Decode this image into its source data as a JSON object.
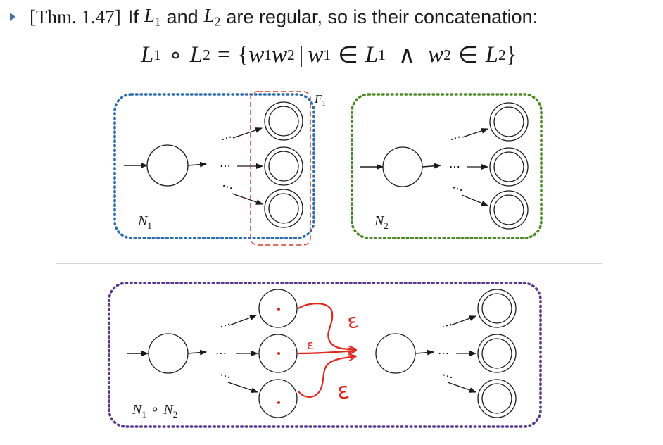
{
  "slide": {
    "theorem_ref": "[Thm. 1.47]",
    "statement_if": "If",
    "statement_and": "and",
    "statement_rest": "are regular, so is their concatenation:",
    "L1": "L",
    "L2": "L",
    "sub1": "1",
    "sub2": "2"
  },
  "formula": {
    "lhs_op": "∘",
    "eq": "=",
    "open_set": "{",
    "w1": "w",
    "w2": "w",
    "bar": "|",
    "in": "∈",
    "and": "∧",
    "close_set": "}"
  },
  "diagram": {
    "label_N1": "N",
    "label_N2": "N",
    "label_F1": "F",
    "label_composite": "N",
    "composite_op": "∘",
    "sub1": "1",
    "sub2": "2",
    "dots": "⋯",
    "epsilon": "ε",
    "colors": {
      "N1_border": "#2a6cb0",
      "N2_border": "#4a8a22",
      "F1_border": "#d23a2a",
      "composite_border": "#5a3590",
      "annotation": "#e0281e"
    }
  }
}
